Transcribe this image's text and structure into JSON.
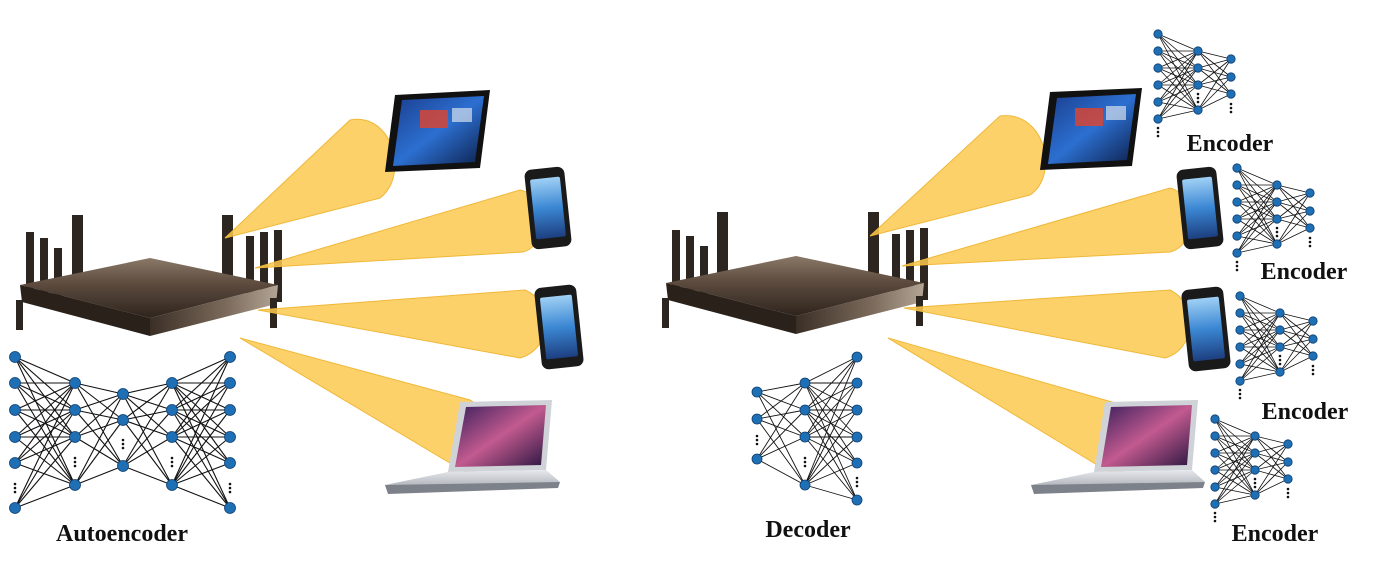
{
  "labels": {
    "autoencoder": "Autoencoder",
    "decoder": "Decoder",
    "encoder_1": "Encoder",
    "encoder_2": "Encoder",
    "encoder_3": "Encoder",
    "encoder_4": "Encoder"
  },
  "colors": {
    "beam": "#fcc94f",
    "node": "#1f6fb5",
    "router": "#5a4a3e"
  }
}
